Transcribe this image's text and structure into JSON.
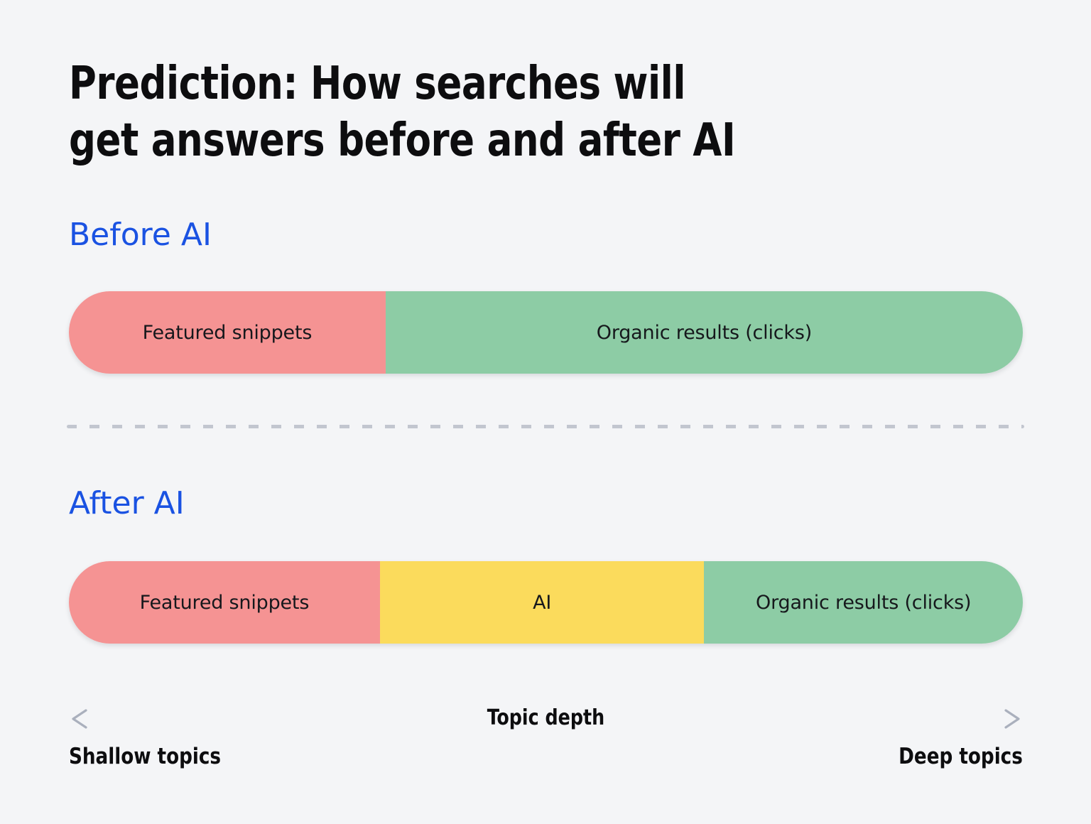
{
  "page": {
    "background_color": "#f4f5f7",
    "title": "Prediction: How searches will\nget answers before and after AI"
  },
  "colors": {
    "accent_blue": "#1a52e2",
    "snippets_red": "#f59393",
    "ai_yellow": "#fbdb5c",
    "organic_green": "#8dcca5",
    "text_dark": "#0d0d0f",
    "divider_gray": "#c2c6cf",
    "arrow_gray": "#aab0bd"
  },
  "sections": [
    {
      "label": "Before AI",
      "bar_name": "before-ai-bar",
      "segments": [
        {
          "label": "Featured snippets",
          "color": "#f59393",
          "width_pct": 33.2,
          "name": "segment-featured-snippets"
        },
        {
          "label": "Organic results (clicks)",
          "color": "#8dcca5",
          "width_pct": 66.8,
          "name": "segment-organic-results"
        }
      ]
    },
    {
      "label": "After AI",
      "bar_name": "after-ai-bar",
      "segments": [
        {
          "label": "Featured snippets",
          "color": "#f59393",
          "width_pct": 32.6,
          "name": "segment-featured-snippets"
        },
        {
          "label": "AI",
          "color": "#fbdb5c",
          "width_pct": 34.0,
          "name": "segment-ai"
        },
        {
          "label": "Organic results (clicks)",
          "color": "#8dcca5",
          "width_pct": 33.4,
          "name": "segment-organic-results"
        }
      ]
    }
  ],
  "axis": {
    "center_label": "Topic depth",
    "left_label": "Shallow topics",
    "right_label": "Deep topics",
    "direction": "bidirectional"
  },
  "chart_data": {
    "type": "bar",
    "title": "Prediction: How searches will get answers before and after AI",
    "orientation": "horizontal-stacked",
    "xlabel": "Topic depth",
    "ylabel": "",
    "x_axis_left_end": "Shallow topics",
    "x_axis_right_end": "Deep topics",
    "grid": false,
    "legend": "inline-segment-labels",
    "categories": [
      "Before AI",
      "After AI"
    ],
    "series": [
      {
        "name": "Featured snippets",
        "color": "#f59393",
        "values": [
          33.2,
          32.6
        ]
      },
      {
        "name": "AI",
        "color": "#fbdb5c",
        "values": [
          0,
          34.0
        ]
      },
      {
        "name": "Organic results (clicks)",
        "color": "#8dcca5",
        "values": [
          66.8,
          33.4
        ]
      }
    ],
    "value_unit": "percent of topic-depth span",
    "xlim": [
      0,
      100
    ]
  }
}
